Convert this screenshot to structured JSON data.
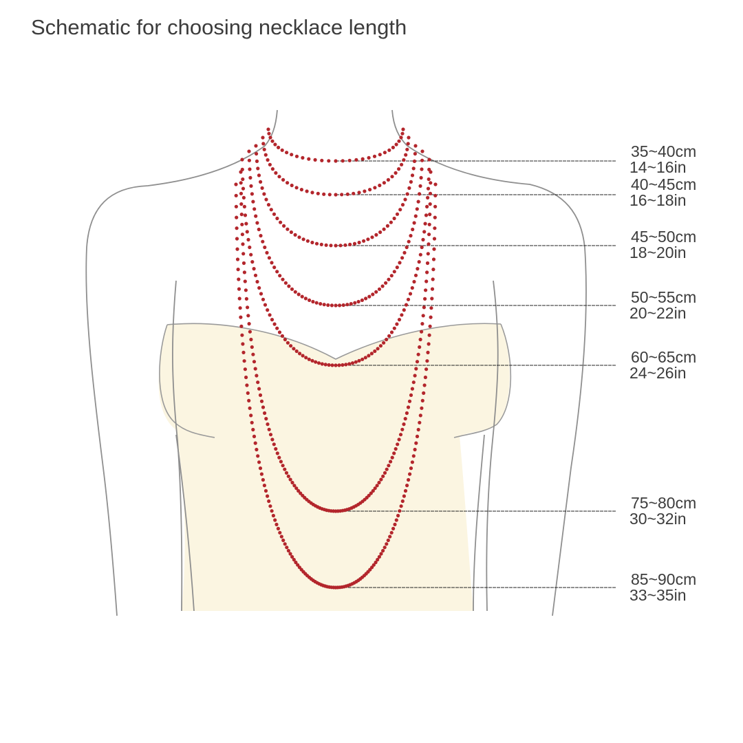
{
  "title": "Schematic for choosing necklace length",
  "colors": {
    "bead": "#b3262c",
    "outline": "#8f8f8f",
    "dress": "#fbf5e1",
    "text": "#3c3c3c"
  },
  "lengths": [
    {
      "cm": "35~40cm",
      "inch": "14~16in"
    },
    {
      "cm": "40~45cm",
      "inch": "16~18in"
    },
    {
      "cm": "45~50cm",
      "inch": "18~20in"
    },
    {
      "cm": "50~55cm",
      "inch": "20~22in"
    },
    {
      "cm": "60~65cm",
      "inch": "24~26in"
    },
    {
      "cm": "75~80cm",
      "inch": "30~32in"
    },
    {
      "cm": "85~90cm",
      "inch": "33~35in"
    }
  ]
}
